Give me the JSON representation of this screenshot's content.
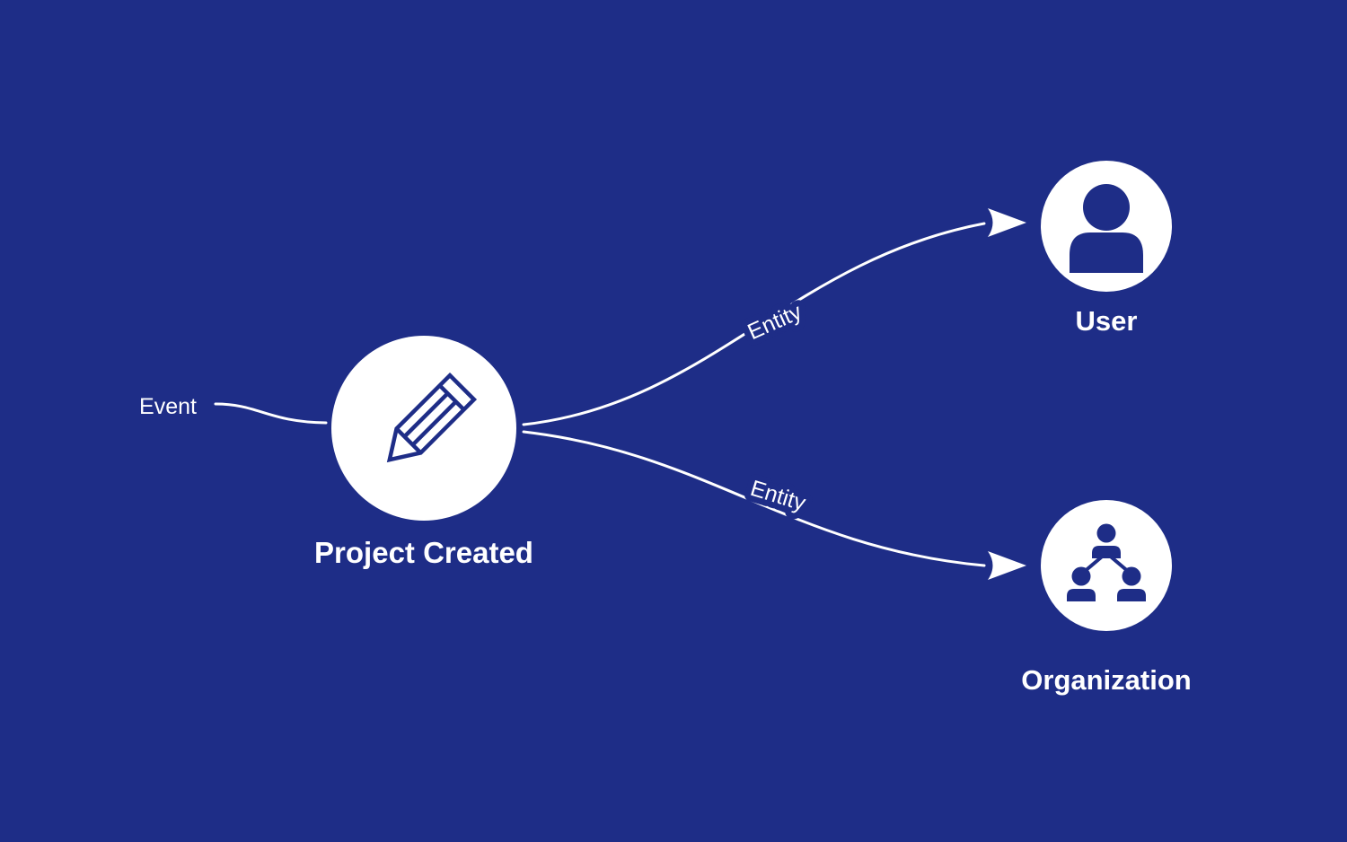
{
  "colors": {
    "background": "#1e2d87",
    "node_fill": "#ffffff",
    "icon": "#1e2d87",
    "connector": "#ffffff",
    "label_text": "#ffffff"
  },
  "diagram": {
    "event": {
      "label": "Event"
    },
    "main_node": {
      "label": "Project Created",
      "icon": "pencil-icon"
    },
    "edges": [
      {
        "label": "Entity",
        "to": "User"
      },
      {
        "label": "Entity",
        "to": "Organization"
      }
    ],
    "entity_nodes": [
      {
        "label": "User",
        "icon": "user-icon"
      },
      {
        "label": "Organization",
        "icon": "organization-icon"
      }
    ]
  }
}
